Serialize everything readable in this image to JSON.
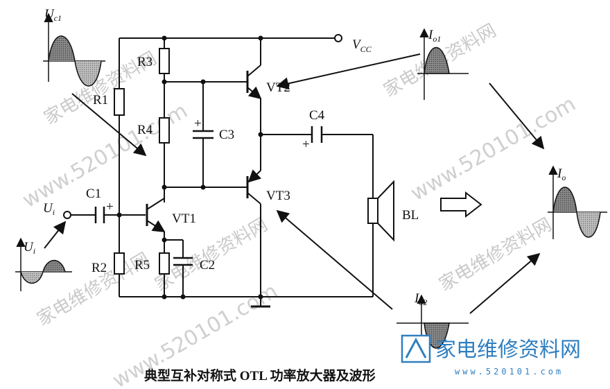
{
  "caption": "典型互补对称式 OTL 功率放大器及波形",
  "labels": {
    "uc1": "U",
    "uc1_sub": "c1",
    "io1": "I",
    "io1_sub": "o1",
    "io": "I",
    "io_sub": "o",
    "io2": "I",
    "io2_sub": "o2",
    "ui_in": "U",
    "ui_in_sub": "i",
    "ui_wave": "U",
    "ui_wave_sub": "i",
    "vcc": "V",
    "vcc_sub": "CC",
    "r1": "R1",
    "r2": "R2",
    "r3": "R3",
    "r4": "R4",
    "r5": "R5",
    "c1": "C1",
    "c2": "C2",
    "c3": "C3",
    "c4": "C4",
    "vt1": "VT1",
    "vt2": "VT2",
    "vt3": "VT3",
    "bl": "BL",
    "plus_c1": "+",
    "plus_c3": "+",
    "plus_c4": "+"
  },
  "watermark": {
    "text_cn": "家电维修资料网",
    "text_url": "www.520101.com",
    "brand_cn": "家电维修资料网",
    "site": "www.520101.com"
  },
  "colors": {
    "ink": "#111111",
    "watermark": "#c9c9c9",
    "brand": "#2f7fc1"
  }
}
